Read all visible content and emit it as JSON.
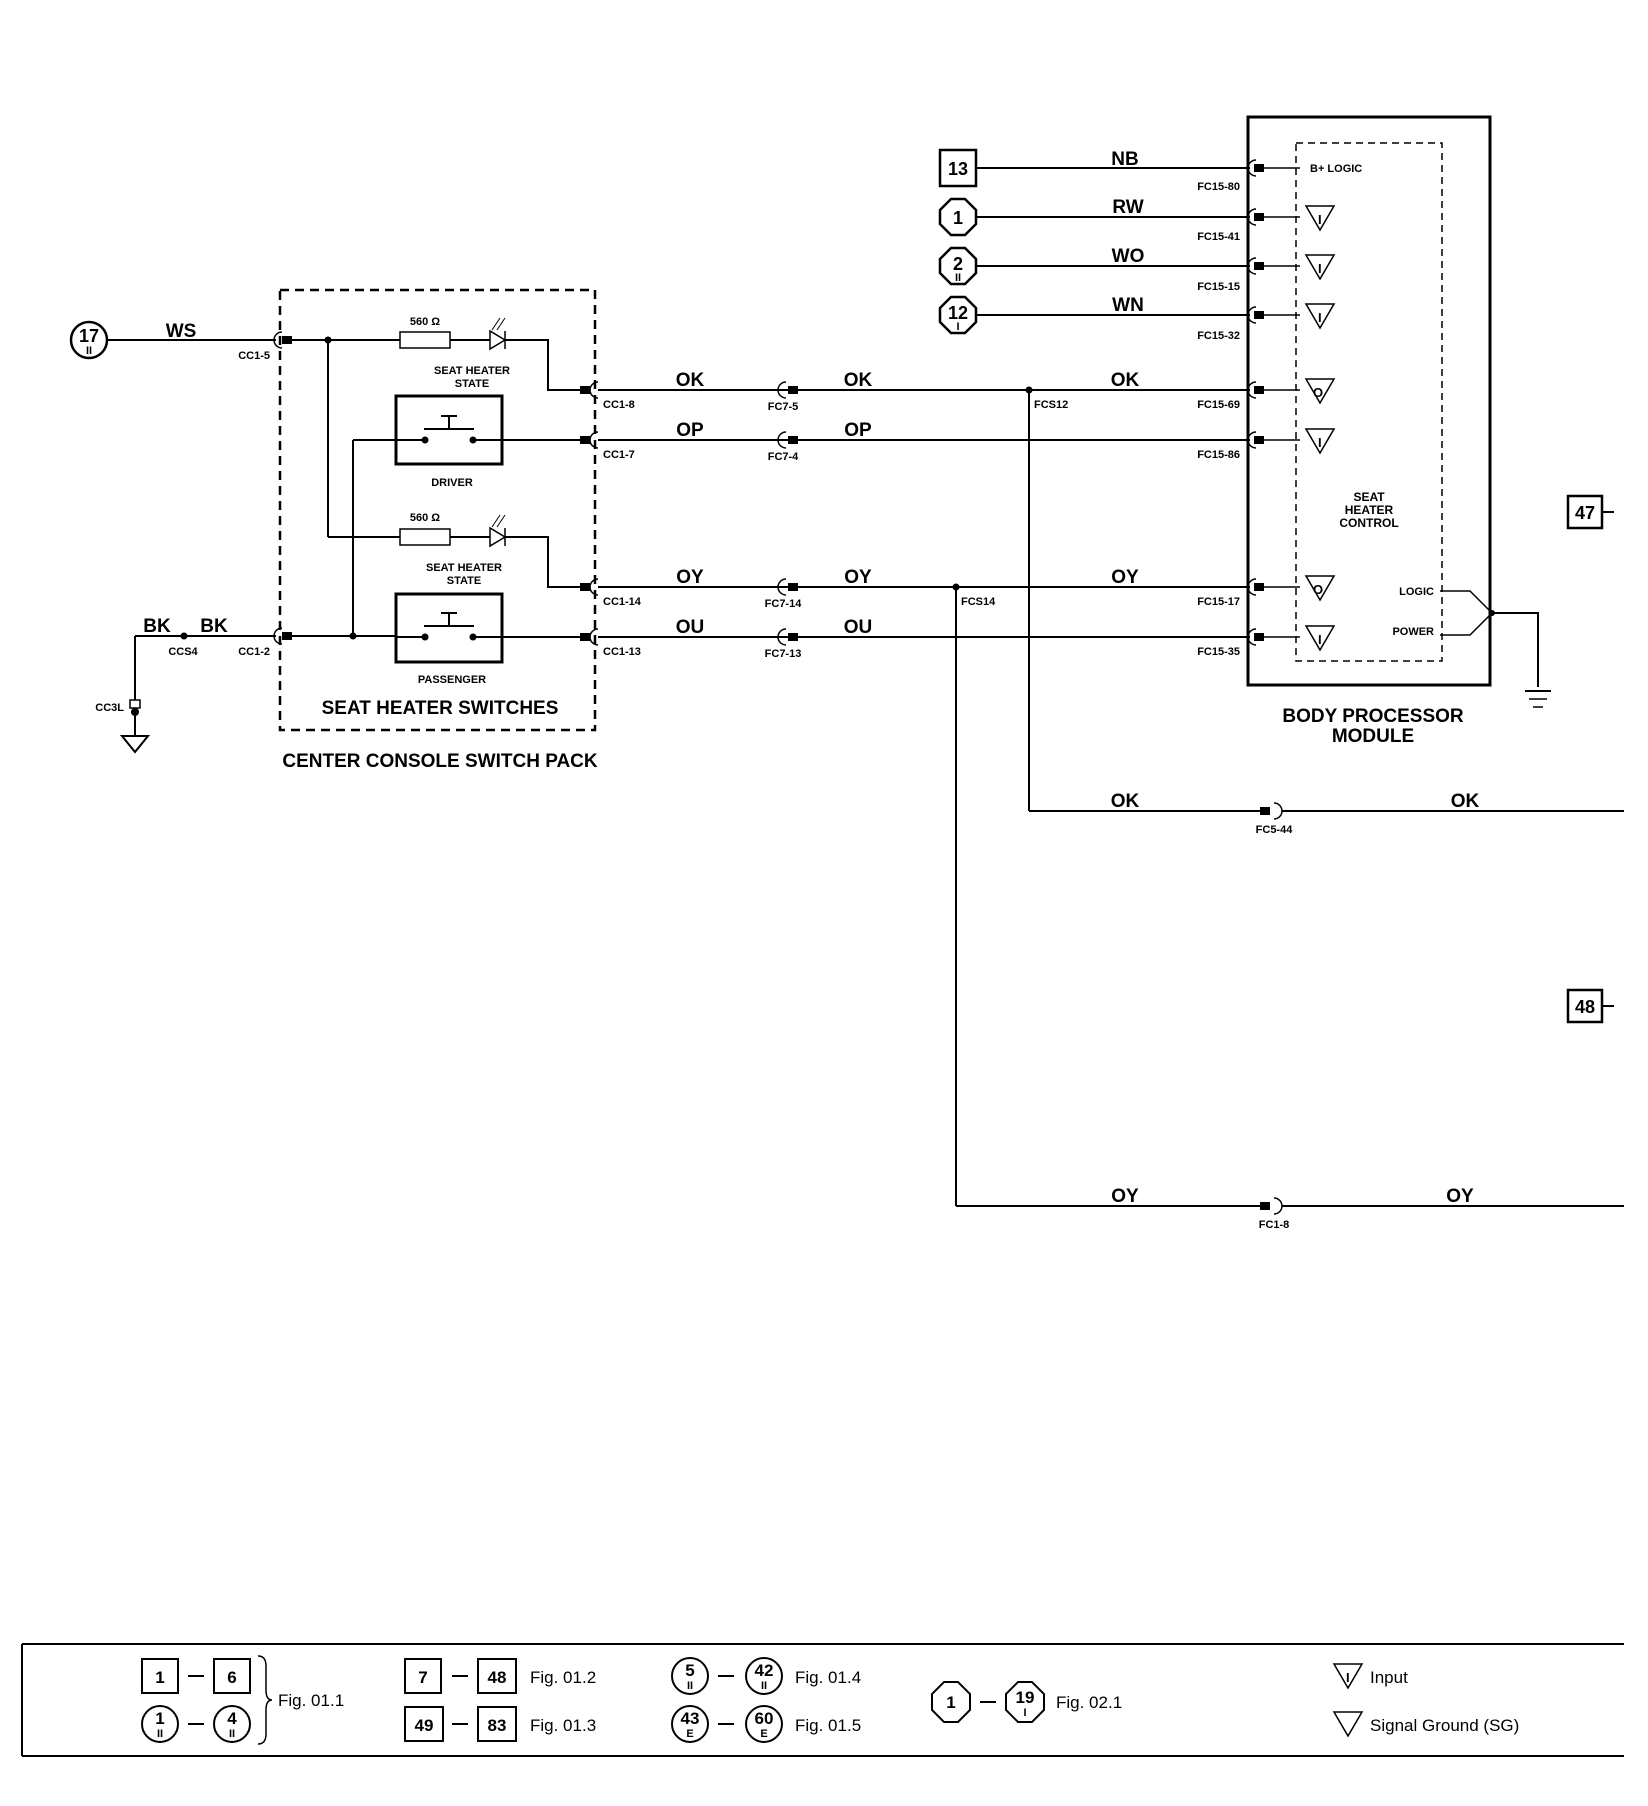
{
  "inputs": [
    {
      "ref": "13",
      "sub": "",
      "shape": "square",
      "wire": "NB",
      "connector": "FC15-80",
      "bpm_label": "B+ LOGIC"
    },
    {
      "ref": "1",
      "sub": "",
      "shape": "octagon",
      "wire": "RW",
      "connector": "FC15-41",
      "bpm_label": ""
    },
    {
      "ref": "2",
      "sub": "II",
      "shape": "octagon",
      "wire": "WO",
      "connector": "FC15-15",
      "bpm_label": ""
    },
    {
      "ref": "12",
      "sub": "I",
      "shape": "octagon",
      "wire": "WN",
      "connector": "FC15-32",
      "bpm_label": ""
    }
  ],
  "ws_input": {
    "ref": "17",
    "sub": "II",
    "wire": "WS",
    "connector": "CC1-5"
  },
  "ground": {
    "wire1": "BK",
    "wire2": "BK",
    "splice": "CCS4",
    "connector": "CC1-2",
    "ground_point": "CC3L"
  },
  "switch_pack": {
    "title": "SEAT HEATER SWITCHES",
    "pack_title": "CENTER CONSOLE SWITCH PACK",
    "resistor": "560 Ω",
    "state_label_1": "SEAT HEATER",
    "state_label_2": "STATE",
    "driver": "DRIVER",
    "passenger": "PASSENGER"
  },
  "signals": [
    {
      "wire": "OK",
      "cc": "CC1-8",
      "fc": "FC7-5",
      "splice": "FCS12",
      "bpm": "FC15-69"
    },
    {
      "wire": "OP",
      "cc": "CC1-7",
      "fc": "FC7-4",
      "splice": "",
      "bpm": "FC15-86"
    },
    {
      "wire": "OY",
      "cc": "CC1-14",
      "fc": "FC7-14",
      "splice": "FCS14",
      "bpm": "FC15-17"
    },
    {
      "wire": "OU",
      "cc": "CC1-13",
      "fc": "FC7-13",
      "splice": "",
      "bpm": "FC15-35"
    }
  ],
  "bpm": {
    "title_1": "BODY PROCESSOR",
    "title_2": "MODULE",
    "ctrl_1": "SEAT",
    "ctrl_2": "HEATER",
    "ctrl_3": "CONTROL",
    "logic": "LOGIC",
    "power": "POWER"
  },
  "branches": [
    {
      "wire": "OK",
      "connector": "FC5-44",
      "wire_out": "OK"
    },
    {
      "wire": "OY",
      "connector": "FC1-8",
      "wire_out": "OY"
    }
  ],
  "refs_right": [
    "47",
    "48"
  ],
  "legend": {
    "g1": {
      "a": "1",
      "b": "6",
      "c": "1",
      "c_sub": "II",
      "d": "4",
      "d_sub": "II",
      "fig": "Fig. 01.1"
    },
    "g2": {
      "a": "7",
      "b": "48",
      "fig": "Fig. 01.2"
    },
    "g3": {
      "a": "49",
      "b": "83",
      "fig": "Fig. 01.3"
    },
    "g4": {
      "a": "5",
      "a_sub": "II",
      "b": "42",
      "b_sub": "II",
      "fig": "Fig. 01.4"
    },
    "g5": {
      "a": "43",
      "a_sub": "E",
      "b": "60",
      "b_sub": "E",
      "fig": "Fig. 01.5"
    },
    "g6": {
      "a": "1",
      "b": "19",
      "b_sub": "I",
      "fig": "Fig. 02.1"
    },
    "input": "Input",
    "sg": "Signal Ground (SG)"
  }
}
